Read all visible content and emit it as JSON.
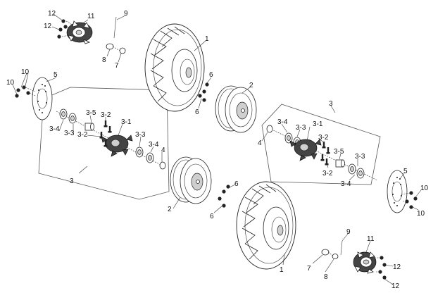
{
  "callouts": [
    {
      "id": "c12a",
      "text": "12"
    },
    {
      "id": "c11a",
      "text": "11"
    },
    {
      "id": "c12b",
      "text": "12"
    },
    {
      "id": "c9a",
      "text": "9"
    },
    {
      "id": "c8a",
      "text": "8"
    },
    {
      "id": "c7a",
      "text": "7"
    },
    {
      "id": "c1a",
      "text": "1"
    },
    {
      "id": "c10a",
      "text": "10"
    },
    {
      "id": "c10b",
      "text": "10"
    },
    {
      "id": "c5a",
      "text": "5"
    },
    {
      "id": "c6a",
      "text": "6"
    },
    {
      "id": "c6b",
      "text": "6"
    },
    {
      "id": "c2a",
      "text": "2"
    },
    {
      "id": "c35a",
      "text": "3-5"
    },
    {
      "id": "c32a",
      "text": "3-2"
    },
    {
      "id": "c31a",
      "text": "3-1"
    },
    {
      "id": "c34a",
      "text": "3-4"
    },
    {
      "id": "c33a",
      "text": "3-3"
    },
    {
      "id": "c32b",
      "text": "3-2"
    },
    {
      "id": "c33b",
      "text": "3-3"
    },
    {
      "id": "c34b",
      "text": "3-4"
    },
    {
      "id": "c4a",
      "text": "4"
    },
    {
      "id": "c3a",
      "text": "3"
    },
    {
      "id": "c3b",
      "text": "3"
    },
    {
      "id": "c34c",
      "text": "3-4"
    },
    {
      "id": "c33c",
      "text": "3-3"
    },
    {
      "id": "c31b",
      "text": "3-1"
    },
    {
      "id": "c4b",
      "text": "4"
    },
    {
      "id": "c32c",
      "text": "3-2"
    },
    {
      "id": "c35b",
      "text": "3-5"
    },
    {
      "id": "c33d",
      "text": "3-3"
    },
    {
      "id": "c32d",
      "text": "3-2"
    },
    {
      "id": "c34d",
      "text": "3-4"
    },
    {
      "id": "c5b",
      "text": "5"
    },
    {
      "id": "c10c",
      "text": "10"
    },
    {
      "id": "c10d",
      "text": "10"
    },
    {
      "id": "c6c",
      "text": "6"
    },
    {
      "id": "c6d",
      "text": "6"
    },
    {
      "id": "c2b",
      "text": "2"
    },
    {
      "id": "c1b",
      "text": "1"
    },
    {
      "id": "c9b",
      "text": "9"
    },
    {
      "id": "c7b",
      "text": "7"
    },
    {
      "id": "c8b",
      "text": "8"
    },
    {
      "id": "c11b",
      "text": "11"
    },
    {
      "id": "c12c",
      "text": "12"
    },
    {
      "id": "c12d",
      "text": "12"
    }
  ]
}
